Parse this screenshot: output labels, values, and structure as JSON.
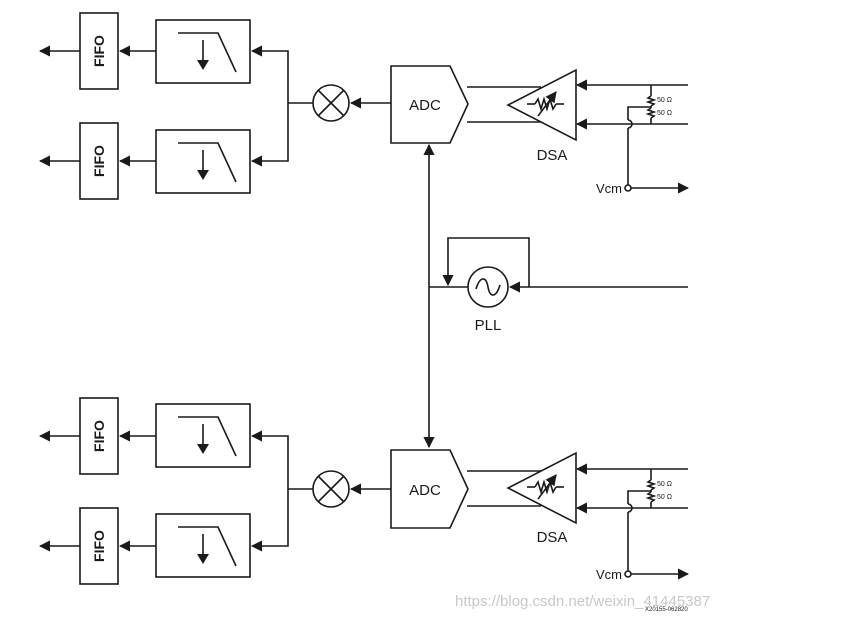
{
  "labels": {
    "fifo": "FIFO",
    "adc": "ADC",
    "dsa": "DSA",
    "pll": "PLL",
    "vcm": "Vcm",
    "res_50": "50 Ω"
  },
  "watermark": "https://blog.csdn.net/weixin_41445387",
  "figure_code": "X20155-062820",
  "icons": {
    "mixer": "mixer-icon",
    "lowpass_decimator": "lowpass-decimator-icon",
    "oscillator": "sine-oscillator-icon",
    "attenuator": "variable-attenuator-icon"
  }
}
